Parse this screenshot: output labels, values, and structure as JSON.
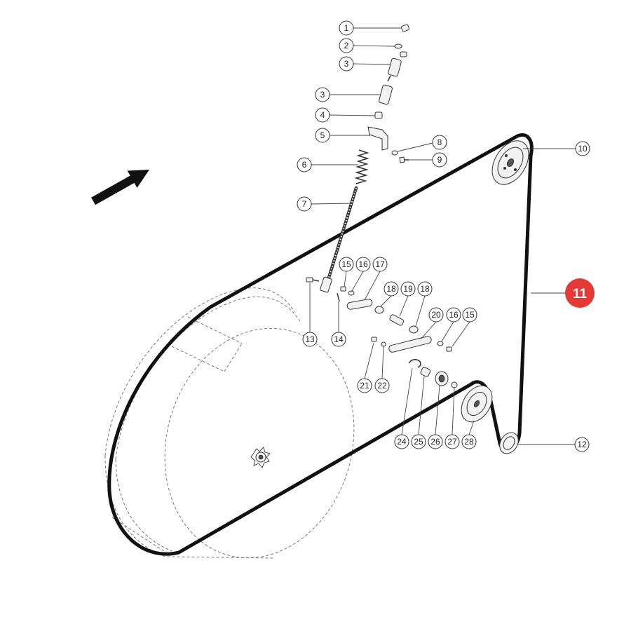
{
  "diagram": {
    "callouts": [
      "1",
      "2",
      "3",
      "3",
      "4",
      "5",
      "6",
      "7",
      "8",
      "9",
      "10",
      "11",
      "12",
      "13",
      "14",
      "15",
      "16",
      "17",
      "18",
      "19",
      "18",
      "20",
      "16",
      "15",
      "21",
      "22",
      "24",
      "25",
      "26",
      "27",
      "28"
    ],
    "highlight_color": "#e53935",
    "direction_icon": "arrow-up-right-icon"
  }
}
